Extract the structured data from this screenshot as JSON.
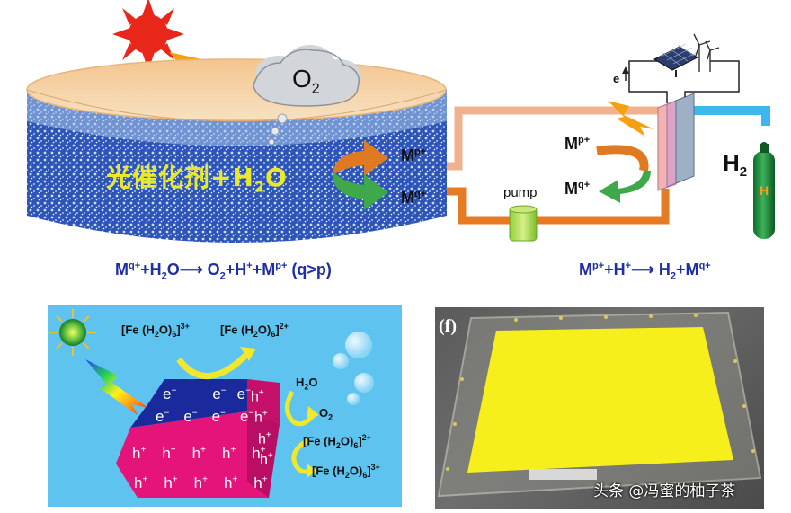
{
  "top_panel": {
    "cloud_label": "O",
    "cloud_sub": "2",
    "tank_label_main": "光催化剂+H",
    "tank_label_sub": "2",
    "tank_label_end": "O",
    "mp_left": "M",
    "mp_left_sup": "p+",
    "mq_left": "M",
    "mq_left_sup": "q+",
    "mp_right": "M",
    "mp_right_sup": "p+",
    "mq_right": "M",
    "mq_right_sup": "q+",
    "pump_label": "pump",
    "electron_label": "e",
    "h2_label": "H",
    "h2_sub": "2",
    "cylinder_label": "H",
    "eq_left": {
      "p1": "M",
      "s1": "q+",
      "p2": "+H",
      "sub2": "2",
      "p3": "O",
      "arrow": "⟶",
      "p4": " O",
      "sub4": "2",
      "p5": "+H",
      "s5": "+",
      "p6": "+M",
      "s6": "p+",
      "p7": " (q>p)"
    },
    "eq_right": {
      "p1": "M",
      "s1": "p+",
      "p2": "+H",
      "s2": "+",
      "arrow": "⟶",
      "p3": " H",
      "sub3": "2",
      "p4": "+M",
      "s4": "q+"
    }
  },
  "bottom_left": {
    "fe3_top": "[Fe (H",
    "fe3_top_sub": "2",
    "fe3_top_end": "O)",
    "fe3_top_sub2": "6",
    "fe3_top_close": "]",
    "fe3_top_sup": "3+",
    "fe2_top": "[Fe (H",
    "fe2_top_sub": "2",
    "fe2_top_end": "O)",
    "fe2_top_sub2": "6",
    "fe2_top_close": "]",
    "fe2_top_sup": "2+",
    "h2o": "H",
    "h2o_sub": "2",
    "h2o_end": "O",
    "o2": "O",
    "o2_sub": "2",
    "fe2_bot": "[Fe (H",
    "fe2_bot_sub": "2",
    "fe2_bot_end": "O)",
    "fe2_bot_sub2": "6",
    "fe2_bot_close": "]",
    "fe2_bot_sup": "2+",
    "fe3_bot": "[Fe (H",
    "fe3_bot_sub": "2",
    "fe3_bot_end": "O)",
    "fe3_bot_sub2": "6",
    "fe3_bot_close": "]",
    "fe3_bot_sup": "3+",
    "electron": "e",
    "electron_sup": "−",
    "hole": "h",
    "hole_sup": "+"
  },
  "bottom_right": {
    "panel_label": "(f)",
    "watermark": "头条 @冯蜜的柚子茶"
  },
  "colors": {
    "equation_blue": "#1f2ea8",
    "bg_panel": "#5ec3ee",
    "crystal_pink": "#e4147a",
    "crystal_blue": "#1a2a9c",
    "film_yellow": "#f6ef1c"
  }
}
